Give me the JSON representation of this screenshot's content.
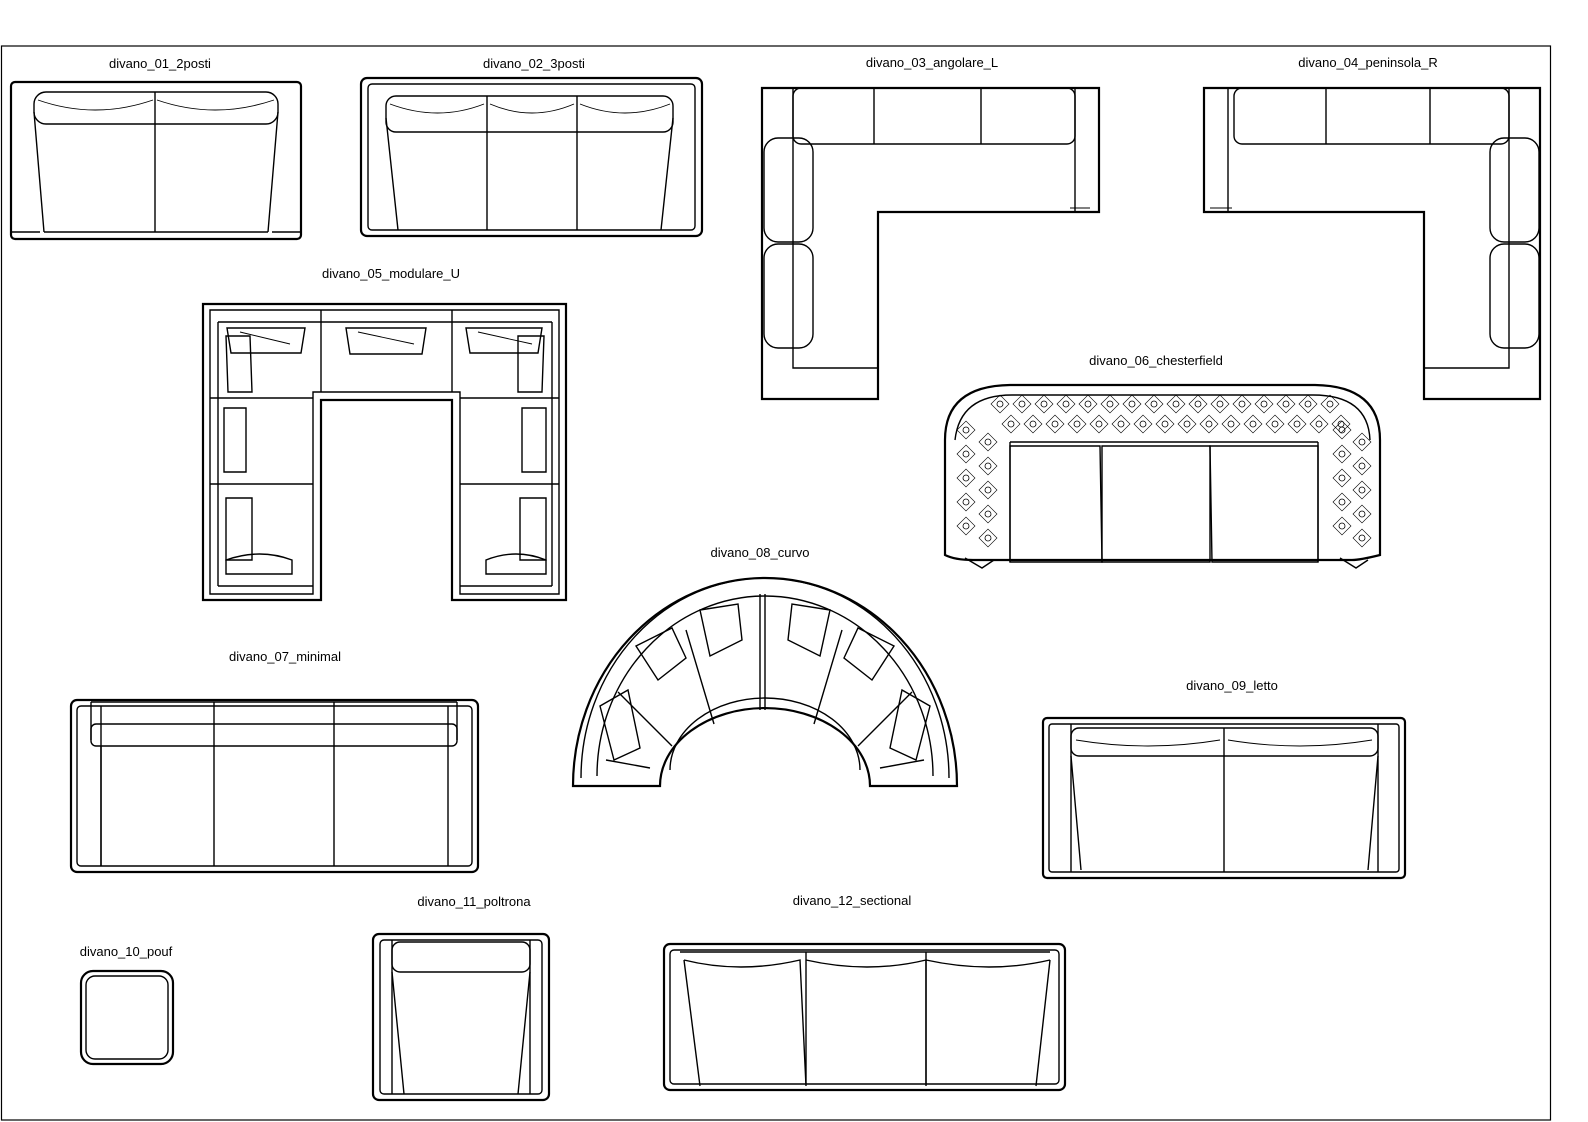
{
  "labels": {
    "sofa01": "divano_01_2posti",
    "sofa02": "divano_02_3posti",
    "sofa03": "divano_03_angolare_L",
    "sofa04": "divano_04_peninsola_R",
    "sofa05": "divano_05_modulare_U",
    "sofa06": "divano_06_chesterfield",
    "sofa07": "divano_07_minimal",
    "sofa08": "divano_08_curvo",
    "sofa09": "divano_09_letto",
    "sofa10": "divano_10_pouf",
    "sofa11": "divano_11_poltrona",
    "sofa12": "divano_12_sectional"
  }
}
